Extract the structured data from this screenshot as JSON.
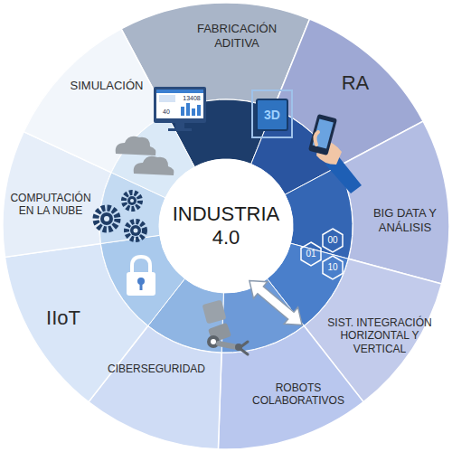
{
  "diagram": {
    "nodes": [
      {
        "text": [
          "INDUSTRIA 4.0"
        ]
      },
      {
        "text": [
          "FABRICACIÓN ADITIVA"
        ]
      },
      {
        "text": [
          "RA"
        ]
      },
      {
        "text": [
          "BIG DATA Y ANÁLISIS"
        ]
      },
      {
        "text": [
          "SIST. INTEGRACIÓN HORIZONTAL Y VERTICAL"
        ]
      },
      {
        "text": [
          "ROBOTS COLABORATIVOS"
        ]
      },
      {
        "text": [
          "CIBERSEGURIDAD"
        ]
      },
      {
        "text": [
          "IIoT"
        ]
      },
      {
        "text": [
          "COMPUTACIÓN EN LA NUBE"
        ]
      },
      {
        "text": [
          "SIMULACIÓN"
        ]
      }
    ],
    "labels": [
      "3D",
      "13408",
      "40",
      "00",
      "01",
      "10"
    ]
  }
}
